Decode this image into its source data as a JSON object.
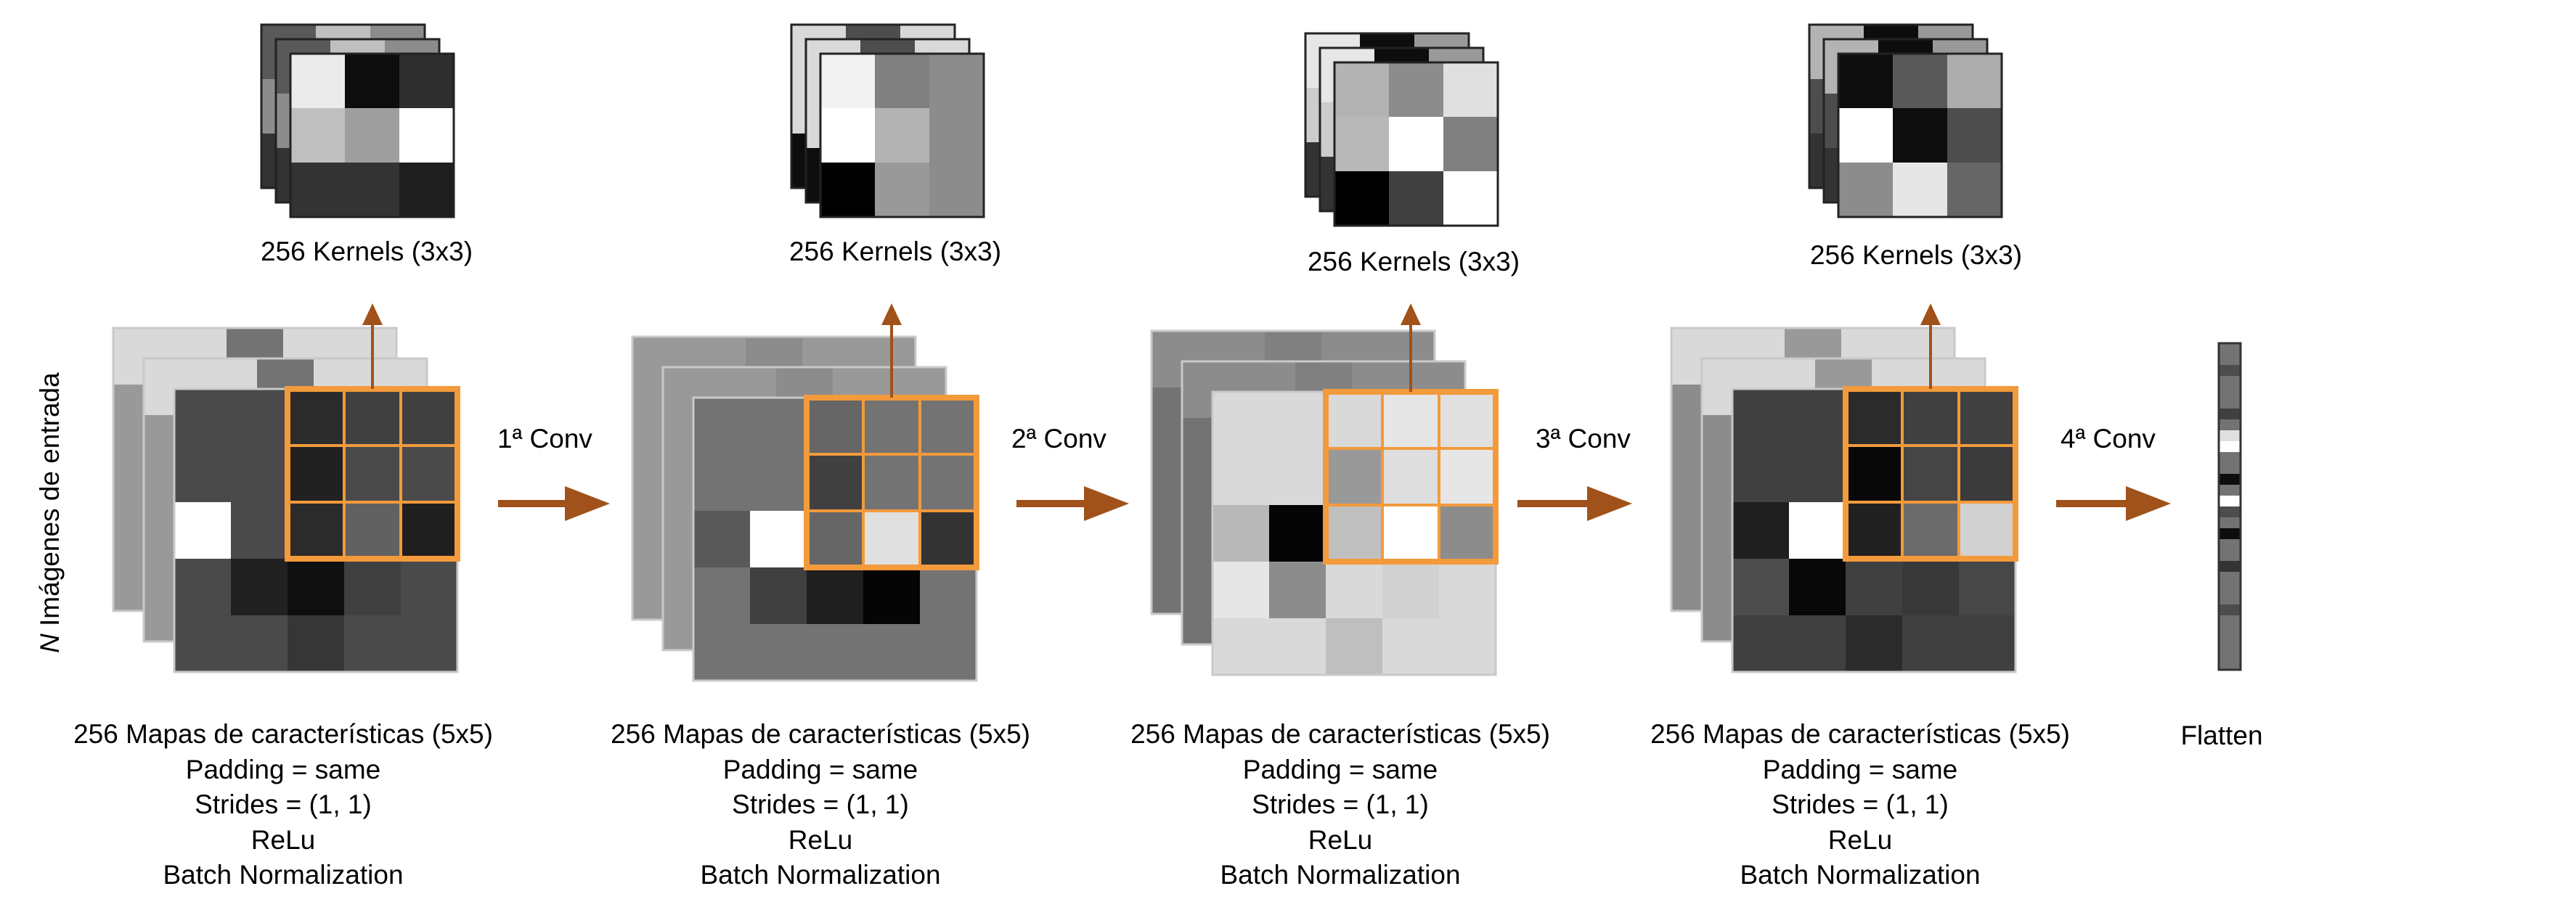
{
  "colors": {
    "arrow": "#a0521a",
    "highlight": "#f39a3c",
    "map_border": "#c9c9c9",
    "kernel_border": "#222222"
  },
  "input_label": {
    "italic": "N",
    "rest": " Imágenes de entrada"
  },
  "stages": [
    {
      "kernel_label": "256 Kernels (3x3)",
      "conv_label": "1ª Conv",
      "caption": [
        "256 Mapas de características (5x5)",
        "Padding = same",
        "Strides = (1, 1)",
        "ReLu",
        "Batch Normalization"
      ],
      "front_grid": [
        [
          0.29,
          0.29,
          0.17,
          0.25,
          0.25
        ],
        [
          0.29,
          0.29,
          0.13,
          0.29,
          0.29
        ],
        [
          1.0,
          0.29,
          0.17,
          0.38,
          0.12
        ],
        [
          0.29,
          0.13,
          0.06,
          0.25,
          0.29
        ],
        [
          0.29,
          0.29,
          0.21,
          0.29,
          0.29
        ]
      ],
      "back_grid": [
        [
          0.85,
          0.85,
          0.45,
          0.85,
          0.85
        ],
        [
          0.6,
          0.6,
          0.6,
          0.6,
          0.6
        ],
        [
          0.6,
          0.6,
          0.6,
          0.6,
          0.6
        ],
        [
          0.6,
          0.6,
          0.6,
          0.6,
          0.6
        ],
        [
          0.6,
          0.6,
          0.6,
          0.6,
          0.6
        ]
      ],
      "kernel_grid": [
        [
          0.92,
          0.05,
          0.18
        ],
        [
          0.75,
          0.62,
          1.0
        ],
        [
          0.2,
          0.2,
          0.12
        ]
      ],
      "kernel_back": [
        [
          0.35,
          0.75,
          0.55
        ],
        [
          0.55,
          0.9,
          0.2
        ],
        [
          0.2,
          0.6,
          0.4
        ]
      ]
    },
    {
      "kernel_label": "256 Kernels (3x3)",
      "conv_label": "2ª Conv",
      "caption": [
        "256 Mapas de características (5x5)",
        "Padding = same",
        "Strides = (1, 1)",
        "ReLu",
        "Batch Normalization"
      ],
      "front_grid": [
        [
          0.45,
          0.45,
          0.4,
          0.45,
          0.45
        ],
        [
          0.45,
          0.45,
          0.25,
          0.45,
          0.45
        ],
        [
          0.35,
          1.0,
          0.4,
          0.88,
          0.2
        ],
        [
          0.45,
          0.25,
          0.12,
          0.02,
          0.45
        ],
        [
          0.45,
          0.45,
          0.45,
          0.45,
          0.45
        ]
      ],
      "back_grid": [
        [
          0.6,
          0.6,
          0.55,
          0.6,
          0.6
        ],
        [
          0.6,
          0.6,
          0.6,
          0.6,
          0.6
        ],
        [
          0.6,
          0.6,
          0.6,
          0.6,
          0.6
        ],
        [
          0.6,
          0.6,
          0.6,
          0.6,
          0.6
        ],
        [
          0.6,
          0.6,
          0.6,
          0.6,
          0.6
        ]
      ],
      "kernel_grid": [
        [
          0.95,
          0.5,
          0.55
        ],
        [
          1.0,
          0.7,
          0.55
        ],
        [
          0.0,
          0.6,
          0.55
        ]
      ],
      "kernel_back": [
        [
          0.85,
          0.3,
          0.85
        ],
        [
          0.85,
          0.9,
          0.2
        ],
        [
          0.05,
          0.6,
          0.4
        ]
      ]
    },
    {
      "kernel_label": "256 Kernels (3x3)",
      "conv_label": "3ª Conv",
      "caption": [
        "256 Mapas de características (5x5)",
        "Padding = same",
        "Strides = (1, 1)",
        "ReLu",
        "Batch Normalization"
      ],
      "front_grid": [
        [
          0.85,
          0.85,
          0.85,
          0.9,
          0.88
        ],
        [
          0.85,
          0.85,
          0.6,
          0.87,
          0.9
        ],
        [
          0.72,
          0.02,
          0.75,
          1.0,
          0.55
        ],
        [
          0.9,
          0.55,
          0.85,
          0.82,
          0.85
        ],
        [
          0.85,
          0.85,
          0.75,
          0.85,
          0.85
        ]
      ],
      "back_grid": [
        [
          0.55,
          0.55,
          0.5,
          0.55,
          0.55
        ],
        [
          0.45,
          0.45,
          0.45,
          0.45,
          0.45
        ],
        [
          0.45,
          0.45,
          0.45,
          0.45,
          0.45
        ],
        [
          0.45,
          0.45,
          0.45,
          0.45,
          0.45
        ],
        [
          0.45,
          0.45,
          0.45,
          0.45,
          0.45
        ]
      ],
      "kernel_grid": [
        [
          0.7,
          0.55,
          0.88
        ],
        [
          0.72,
          1.0,
          0.5
        ],
        [
          0.0,
          0.25,
          1.0
        ]
      ],
      "kernel_back": [
        [
          0.9,
          0.05,
          0.6
        ],
        [
          0.8,
          0.9,
          0.2
        ],
        [
          0.2,
          0.6,
          0.4
        ]
      ]
    },
    {
      "kernel_label": "256 Kernels (3x3)",
      "conv_label": "4ª Conv",
      "caption": [
        "256 Mapas de características (5x5)",
        "Padding = same",
        "Strides = (1, 1)",
        "ReLu",
        "Batch Normalization"
      ],
      "front_grid": [
        [
          0.25,
          0.25,
          0.17,
          0.25,
          0.25
        ],
        [
          0.25,
          0.25,
          0.03,
          0.27,
          0.23
        ],
        [
          0.12,
          1.0,
          0.13,
          0.42,
          0.82
        ],
        [
          0.3,
          0.03,
          0.25,
          0.22,
          0.28
        ],
        [
          0.25,
          0.25,
          0.17,
          0.25,
          0.25
        ]
      ],
      "back_grid": [
        [
          0.85,
          0.85,
          0.6,
          0.85,
          0.85
        ],
        [
          0.55,
          0.55,
          0.55,
          0.55,
          0.55
        ],
        [
          0.55,
          0.55,
          0.55,
          0.55,
          0.55
        ],
        [
          0.55,
          0.55,
          0.55,
          0.55,
          0.55
        ],
        [
          0.55,
          0.55,
          0.55,
          0.55,
          0.55
        ]
      ],
      "kernel_grid": [
        [
          0.05,
          0.35,
          0.68
        ],
        [
          1.0,
          0.05,
          0.3
        ],
        [
          0.55,
          0.9,
          0.4
        ]
      ],
      "kernel_back": [
        [
          0.7,
          0.05,
          0.6
        ],
        [
          0.3,
          0.9,
          0.2
        ],
        [
          0.2,
          0.6,
          0.4
        ]
      ]
    }
  ],
  "flatten_label": "Flatten",
  "flatten_cells": [
    0.45,
    0.45,
    0.3,
    0.45,
    0.45,
    0.45,
    0.25,
    0.45,
    0.88,
    1.0,
    0.45,
    0.45,
    0.05,
    0.45,
    1.0,
    0.3,
    0.45,
    0.05,
    0.45,
    0.45,
    0.2,
    0.45,
    0.45,
    0.45,
    0.3,
    0.45,
    0.45,
    0.45,
    0.45,
    0.45
  ]
}
